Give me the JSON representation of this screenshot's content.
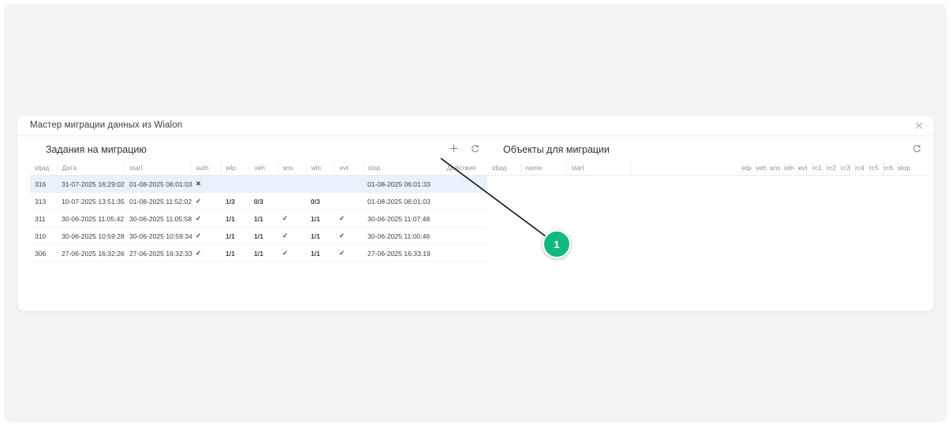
{
  "dialog": {
    "title": "Мастер миграции данных из Wialon",
    "close_icon": "close-icon"
  },
  "left_panel": {
    "title": "Задания на миграцию",
    "actions": [
      {
        "name": "add-task-button",
        "icon": "plus-icon"
      },
      {
        "name": "refresh-tasks-button",
        "icon": "refresh-icon"
      }
    ],
    "columns": [
      "id|ид",
      "Дата",
      "start",
      "auth",
      "wlp",
      "veh",
      "sns",
      "wln",
      "evt",
      "stop",
      "Действия"
    ],
    "rows": [
      {
        "id": "316",
        "date": "31-07-2025 16:29:02",
        "start": "01-08-2025 06:01:03",
        "auth": "✕",
        "auth_state": "bad",
        "wlp": "",
        "wlp_state": "",
        "veh": "",
        "veh_state": "",
        "sns": "",
        "sns_state": "",
        "wln": "",
        "wln_state": "",
        "evt": "",
        "evt_state": "",
        "stop": "01-08-2025 06:01:33",
        "actions": "",
        "selected": true
      },
      {
        "id": "313",
        "date": "10-07-2025 13:51:35",
        "start": "01-08-2025 11:52:02",
        "auth": "✓",
        "auth_state": "ok",
        "wlp": "1/3",
        "wlp_state": "bad",
        "veh": "0/3",
        "veh_state": "bad",
        "sns": "",
        "sns_state": "",
        "wln": "0/3",
        "wln_state": "bad",
        "evt": "",
        "evt_state": "",
        "stop": "01-08-2025 06:01:03",
        "actions": "",
        "selected": false
      },
      {
        "id": "311",
        "date": "30-06-2025 11:05:42",
        "start": "30-06-2025 11:05:58",
        "auth": "✓",
        "auth_state": "ok",
        "wlp": "1/1",
        "wlp_state": "ok",
        "veh": "1/1",
        "veh_state": "ok",
        "sns": "✓",
        "sns_state": "ok",
        "wln": "1/1",
        "wln_state": "ok",
        "evt": "✓",
        "evt_state": "ok",
        "stop": "30-06-2025 11:07:48",
        "actions": "",
        "selected": false
      },
      {
        "id": "310",
        "date": "30-06-2025 10:59:28",
        "start": "30-06-2025 10:59:34",
        "auth": "✓",
        "auth_state": "ok",
        "wlp": "1/1",
        "wlp_state": "ok",
        "veh": "1/1",
        "veh_state": "ok",
        "sns": "✓",
        "sns_state": "ok",
        "wln": "1/1",
        "wln_state": "ok",
        "evt": "✓",
        "evt_state": "ok",
        "stop": "30-06-2025 11:00:46",
        "actions": "",
        "selected": false
      },
      {
        "id": "306",
        "date": "27-06-2025 16:32:26",
        "start": "27-06-2025 16:32:33",
        "auth": "✓",
        "auth_state": "ok",
        "wlp": "1/1",
        "wlp_state": "ok",
        "veh": "1/1",
        "veh_state": "ok",
        "sns": "✓",
        "sns_state": "ok",
        "wln": "1/1",
        "wln_state": "ok",
        "evt": "✓",
        "evt_state": "ok",
        "stop": "27-06-2025 16:33:19",
        "actions": "",
        "selected": false
      }
    ]
  },
  "right_panel": {
    "title": "Объекты для миграции",
    "actions": [
      {
        "name": "refresh-objects-button",
        "icon": "refresh-icon"
      }
    ],
    "columns": [
      "id|ид",
      "name",
      "start",
      "wlp",
      "veh",
      "sns",
      "wln",
      "evt",
      "rc1",
      "rc2",
      "rc3",
      "rc4",
      "rc5",
      "rc6",
      "stop"
    ],
    "rows": []
  },
  "annotations": [
    {
      "label": "1",
      "color": "#12b881",
      "target": "add-task-button"
    }
  ]
}
